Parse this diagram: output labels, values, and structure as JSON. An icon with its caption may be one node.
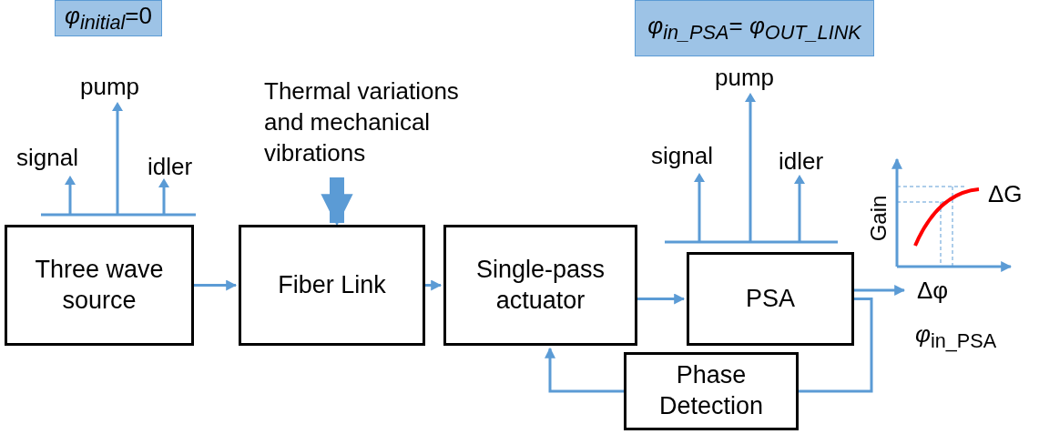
{
  "diagram": {
    "nodes": [
      {
        "text": [
          "*φ*$_{initial}$=0"
        ]
      },
      {
        "text": [
          "*φ*$_{in_PSA}$= *φ*$_{OUT_LINK}$"
        ]
      },
      {
        "text": [
          "Thermal variations and mechanical vibrations"
        ]
      },
      {
        "text": [
          "Three wave source"
        ]
      },
      {
        "text": [
          "Fiber Link"
        ]
      },
      {
        "text": [
          "Single-pass actuator"
        ]
      },
      {
        "text": [
          "PSA"
        ]
      },
      {
        "text": [
          "Phase Detection"
        ]
      },
      {
        "text": [
          "Δφ"
        ]
      }
    ],
    "edges": [
      {
        "from": 3,
        "to": 4,
        "arrow": "to"
      },
      {
        "from": 2,
        "to": 4,
        "arrow": "to",
        "style": "thick"
      },
      {
        "from": 4,
        "to": 5,
        "arrow": "to"
      },
      {
        "from": 5,
        "to": 6,
        "arrow": "to"
      },
      {
        "from": 6,
        "to": 8,
        "arrow": "to"
      },
      {
        "from": 6,
        "to": 7,
        "arrow": "none"
      },
      {
        "from": 7,
        "to": 5,
        "arrow": "to"
      }
    ],
    "labels": [
      "pump",
      "signal",
      "idler",
      "pump",
      "signal",
      "idler",
      "Gain",
      "ΔG",
      "*φ*$_{in_PSA}$"
    ]
  }
}
